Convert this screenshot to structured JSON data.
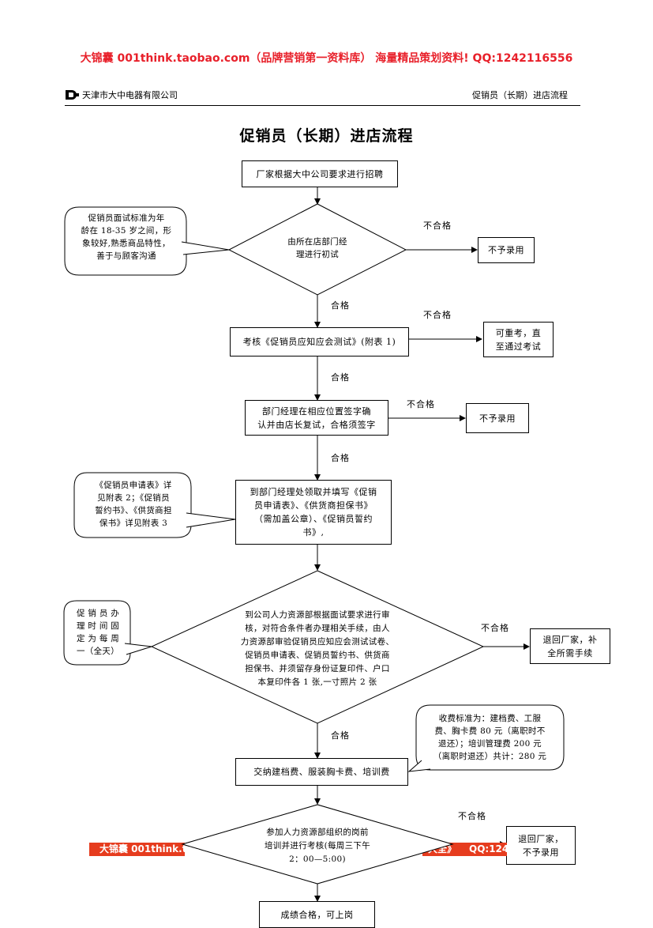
{
  "banner": "大锦囊  001think.taobao.com（品牌营销第一资料库） 海量精品策划资料! QQ:1242116556",
  "header": {
    "company": "天津市大中电器有限公司",
    "doc_title": "促销员（长期）进店流程"
  },
  "title": "促销员（长期）进店流程",
  "steps": {
    "s1": "厂家根据大中公司要求进行招聘",
    "d1": "由所在店部门经\n理进行初试",
    "s2": "考核《促销员应知应会测试》(附表 1)",
    "s3": "部门经理在相应位置签字确\n认并由店长复试，合格须签字",
    "s4": "到部门经理处领取并填写《促销\n员申请表》、《供货商担保书》\n（需加盖公章）、《促销员誓约\n书》,",
    "d2": "到公司人力资源部根据面试要求进行审\n核，对符合条件者办理相关手续，由人\n力资源部审验促销员应知应会测试试卷、\n促销员申请表、促销员誓约书、供货商\n担保书、并须留存身份证复印件、户口\n本复印件各 1 张,一寸照片 2 张",
    "s5": "交纳建档费、服装胸卡费、培训费",
    "d3": "参加人力资源部组织的岗前\n培训并进行考核(每周三下午\n2：00—5:00)",
    "s6": "成绩合格，可上岗"
  },
  "outcomes": {
    "o1": "不予录用",
    "o2": "可重考，直\n至通过考试",
    "o3": "不予录用",
    "o4": "退回厂家，补\n全所需手续",
    "o5": "退回厂家，\n不予录用"
  },
  "callouts": {
    "c1": "促销员面试标准为年\n龄在 18-35 岁之间，形\n象较好,熟悉商品特性，\n善于与顾客沟通",
    "c2": "《促销员申请表》详\n见附表 2；《促销员\n誓约书》、《供货商担\n保书》详见附表 3",
    "c3": "促 销 员 办\n理 时 间 固\n定 为 每 周\n一（全天）",
    "c4": "收费标准为：建档费、工服\n费、胸卡费 80 元（离职时不\n退还）；培训管理费 200 元\n（离职时退还）共计：280 元"
  },
  "labels": {
    "pass": "合格",
    "fail": "不合格"
  },
  "footer_band": {
    "left": "大锦囊  001think.tao",
    "middle": "大全》",
    "right": "QQ:124"
  }
}
